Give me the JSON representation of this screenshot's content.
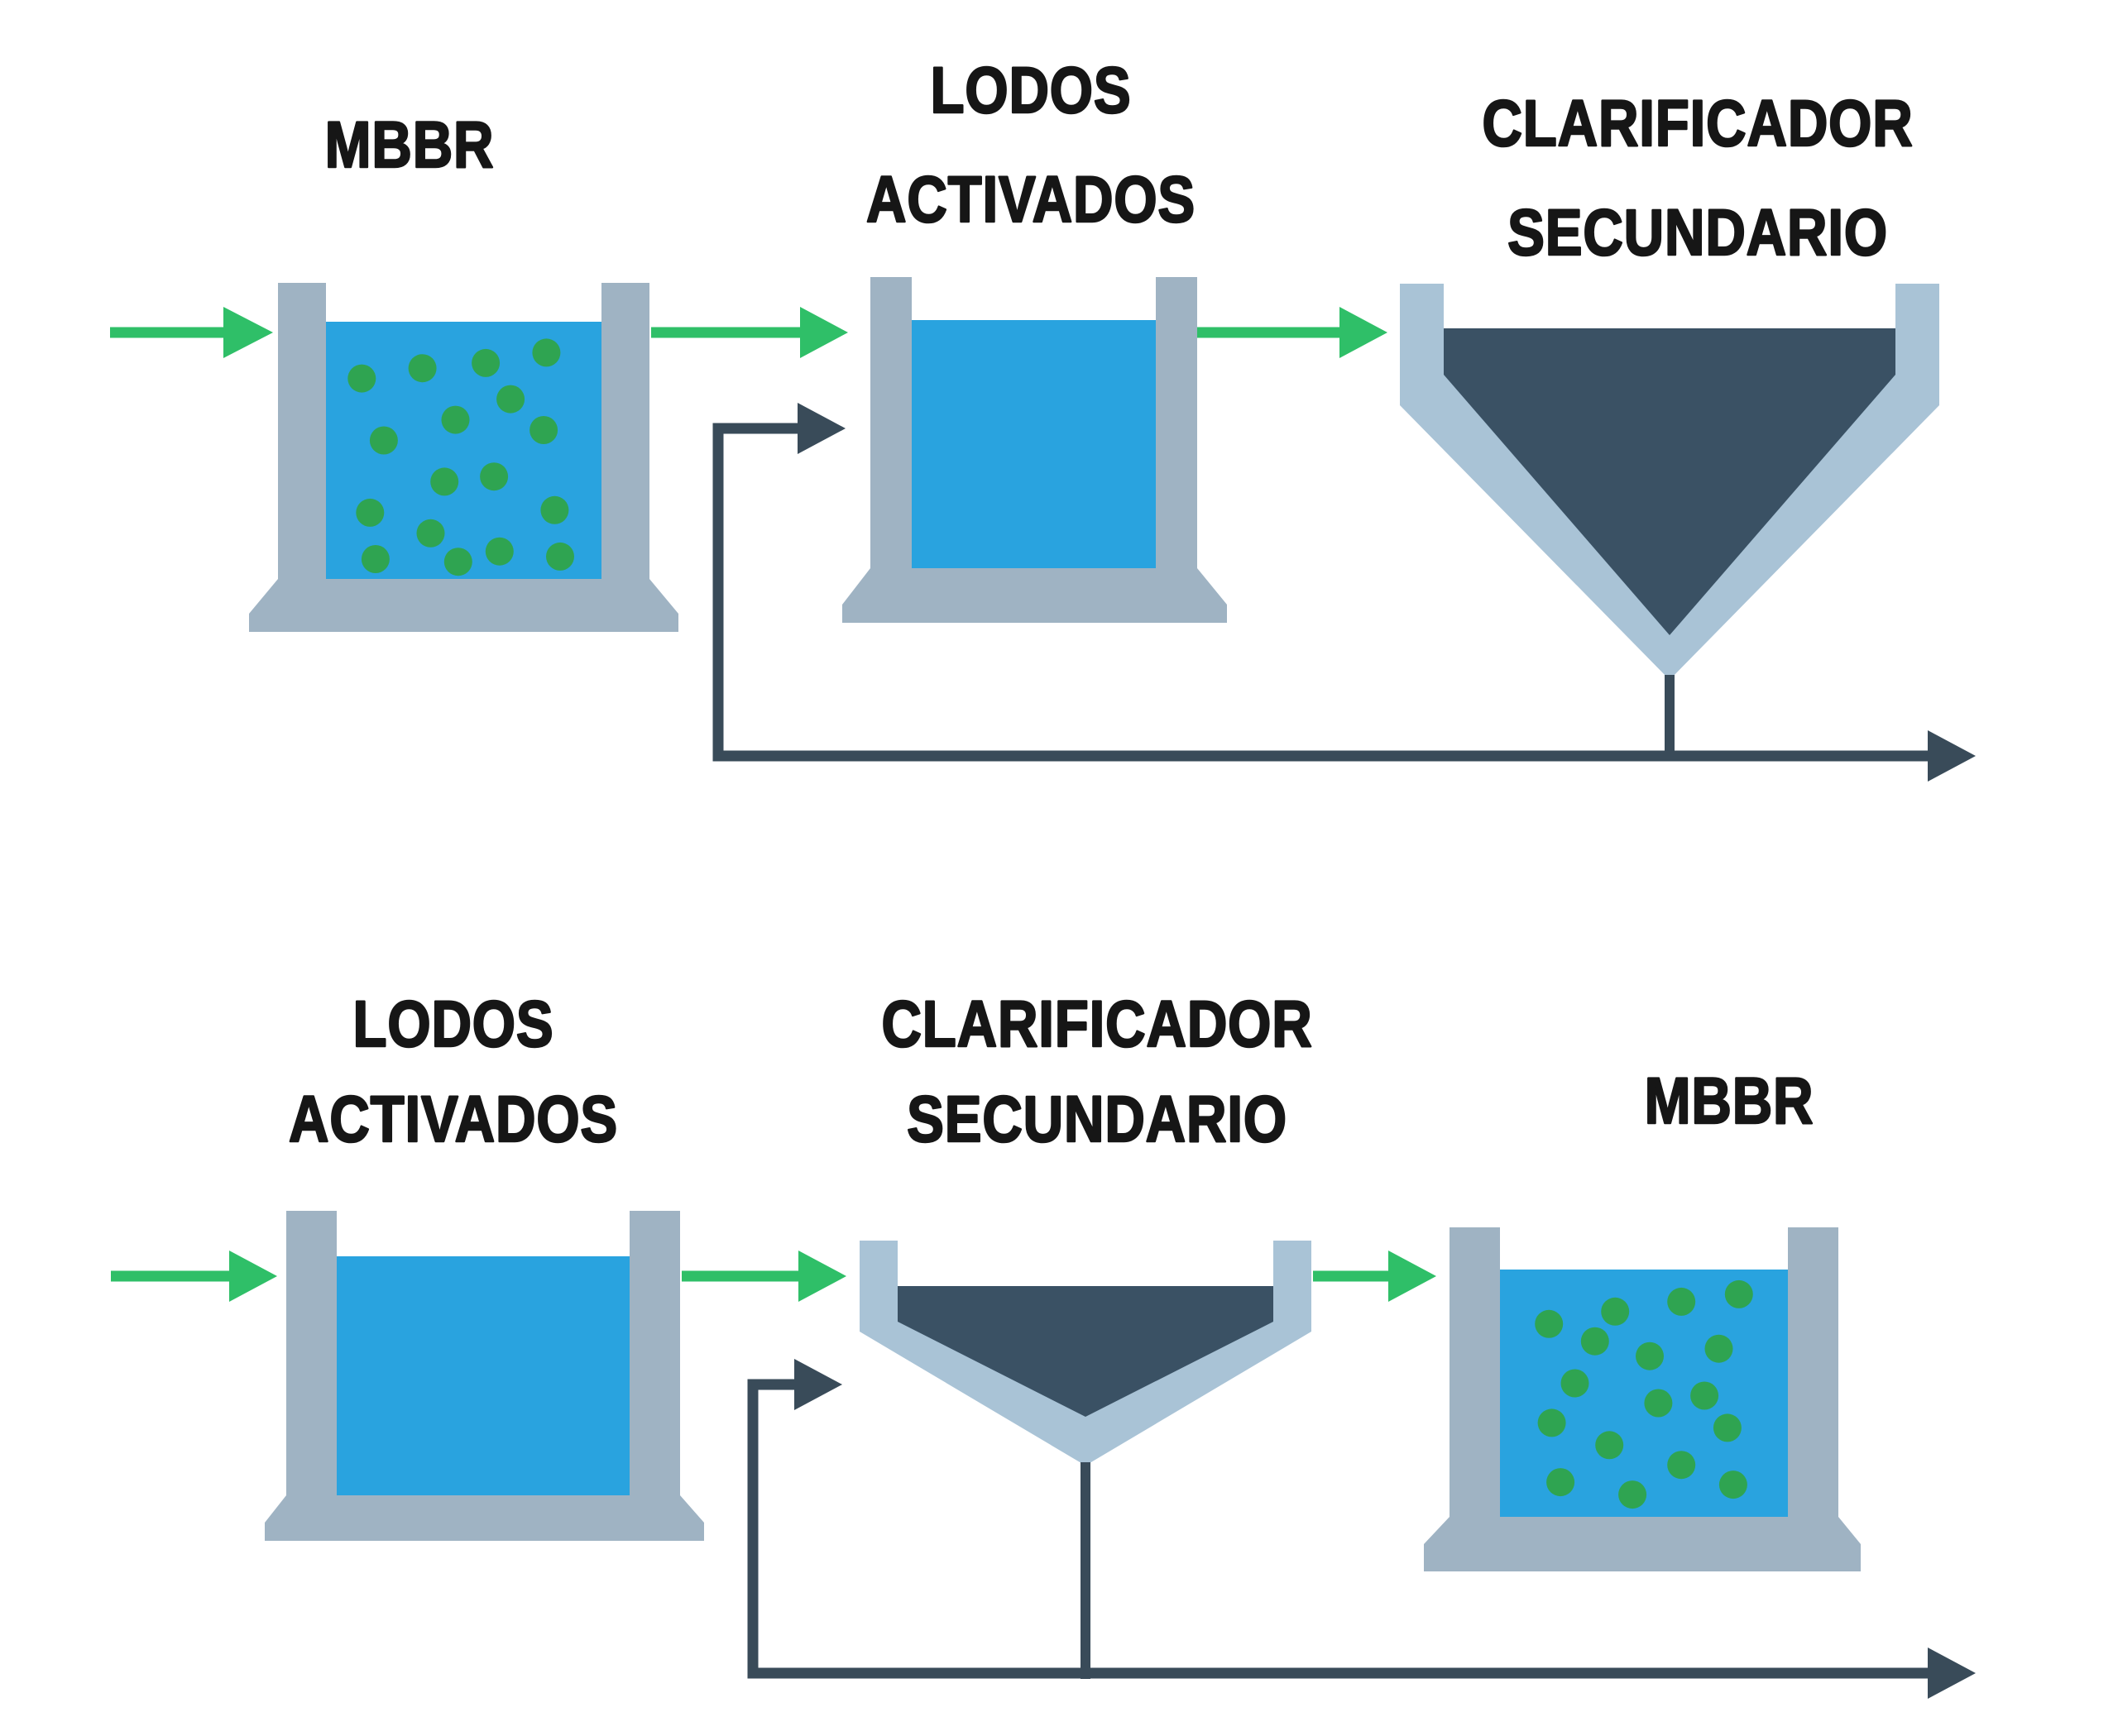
{
  "labels": {
    "top_mbbr": "MBBR",
    "top_lodos_1": "LODOS",
    "top_lodos_2": "ACTIVADOS",
    "top_clar_1": "CLARIFICADOR",
    "top_clar_2": "SECUNDARIO",
    "bottom_lodos_1": "LODOS",
    "bottom_lodos_2": "ACTIVADOS",
    "bottom_clar_1": "CLARIFICADOR",
    "bottom_clar_2": "SECUNDARIO",
    "bottom_mbbr": "MBBR"
  },
  "colors": {
    "water": "#29A3DF",
    "dot": "#2FA451",
    "tankWall": "#9FB3C3",
    "clarWall": "#A9C3D6",
    "sludge": "#3A5164",
    "pipe": "#394B59",
    "arrowGreen": "#2FBF68",
    "ink": "#161616",
    "bg": "#FFFFFF"
  },
  "dots": {
    "top_mbbr": [
      [
        0.13,
        0.22
      ],
      [
        0.35,
        0.18
      ],
      [
        0.58,
        0.16
      ],
      [
        0.8,
        0.12
      ],
      [
        0.67,
        0.3
      ],
      [
        0.47,
        0.38
      ],
      [
        0.79,
        0.42
      ],
      [
        0.21,
        0.46
      ],
      [
        0.43,
        0.62
      ],
      [
        0.61,
        0.6
      ],
      [
        0.16,
        0.74
      ],
      [
        0.83,
        0.73
      ],
      [
        0.38,
        0.82
      ],
      [
        0.63,
        0.89
      ],
      [
        0.18,
        0.92
      ],
      [
        0.48,
        0.93
      ],
      [
        0.85,
        0.91
      ]
    ],
    "bottom_mbbr": [
      [
        0.17,
        0.22
      ],
      [
        0.4,
        0.17
      ],
      [
        0.63,
        0.13
      ],
      [
        0.83,
        0.1
      ],
      [
        0.33,
        0.29
      ],
      [
        0.52,
        0.35
      ],
      [
        0.76,
        0.32
      ],
      [
        0.26,
        0.46
      ],
      [
        0.55,
        0.54
      ],
      [
        0.71,
        0.51
      ],
      [
        0.18,
        0.62
      ],
      [
        0.79,
        0.64
      ],
      [
        0.38,
        0.71
      ],
      [
        0.63,
        0.79
      ],
      [
        0.21,
        0.86
      ],
      [
        0.46,
        0.91
      ],
      [
        0.81,
        0.87
      ]
    ]
  }
}
